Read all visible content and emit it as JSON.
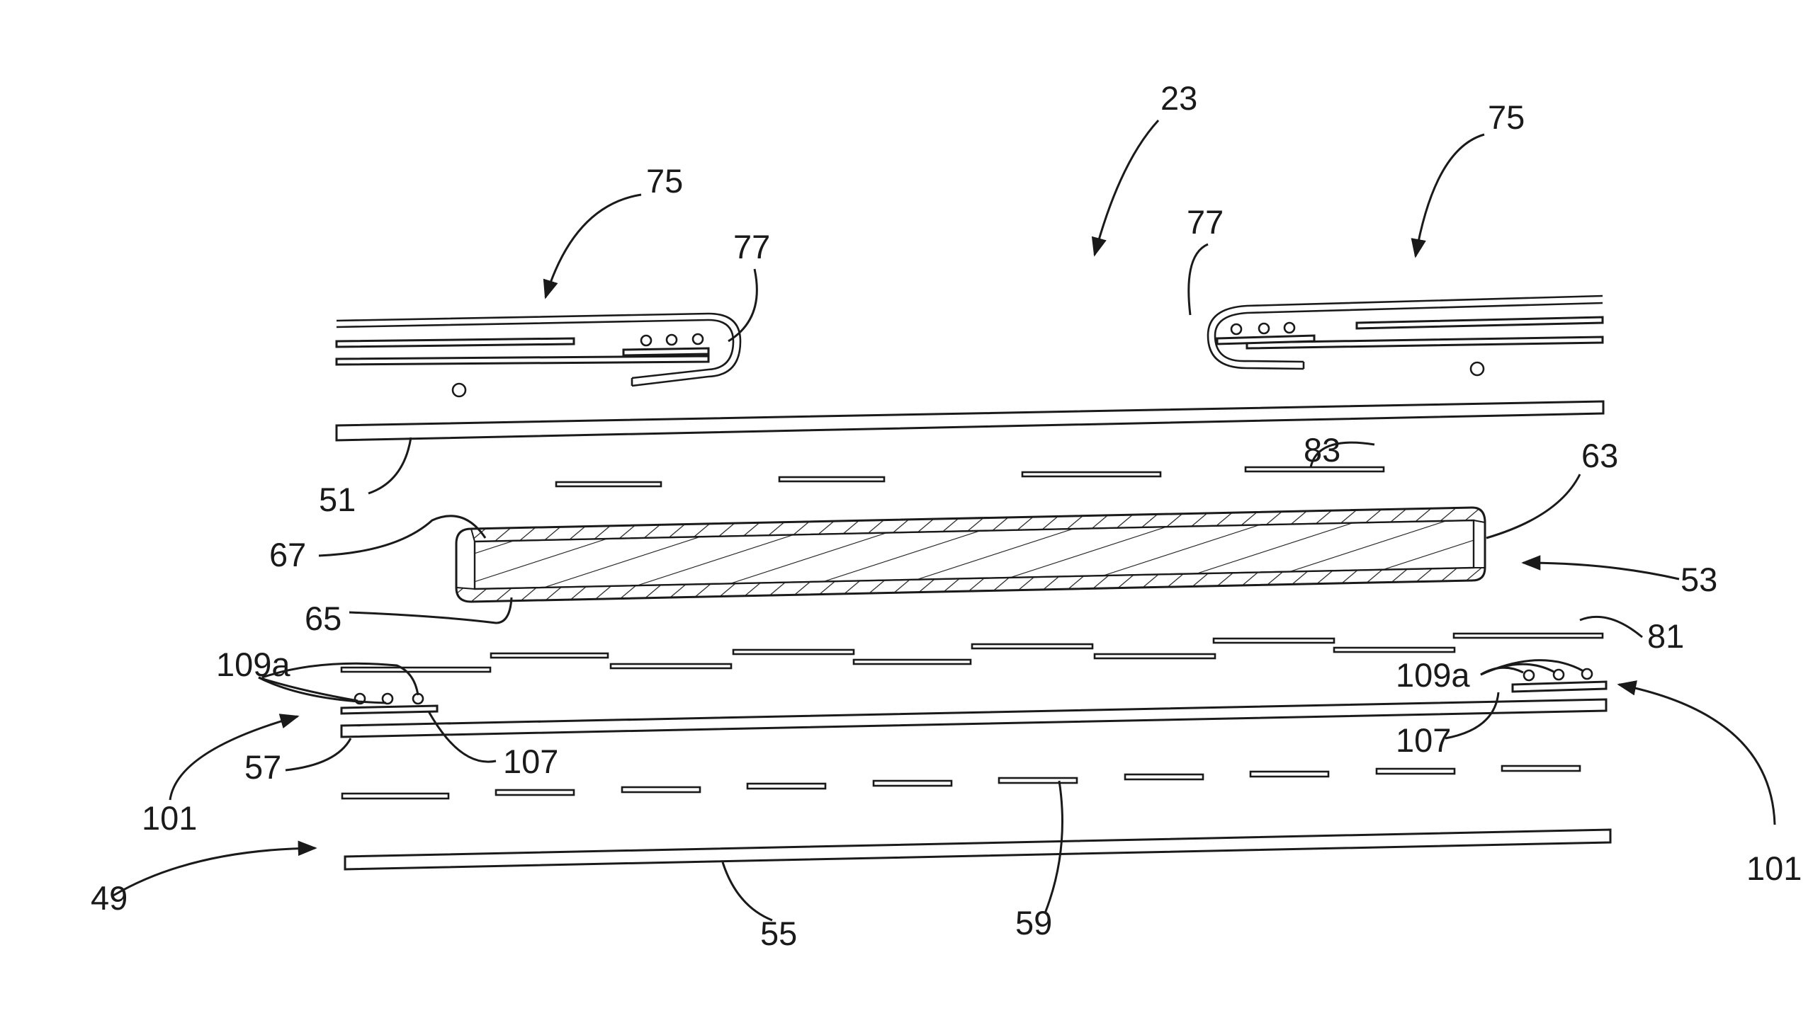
{
  "figure": {
    "labels": {
      "n23": "23",
      "n75_left": "75",
      "n75_right": "75",
      "n77_left": "77",
      "n77_right": "77",
      "n51": "51",
      "n83": "83",
      "n63": "63",
      "n67": "67",
      "n53": "53",
      "n65": "65",
      "n81": "81",
      "n109a_left": "109a",
      "n109a_right": "109a",
      "n101_left": "101",
      "n101_right": "101",
      "n57": "57",
      "n107_left": "107",
      "n107_right": "107",
      "n49": "49",
      "n55": "55",
      "n59": "59"
    }
  }
}
